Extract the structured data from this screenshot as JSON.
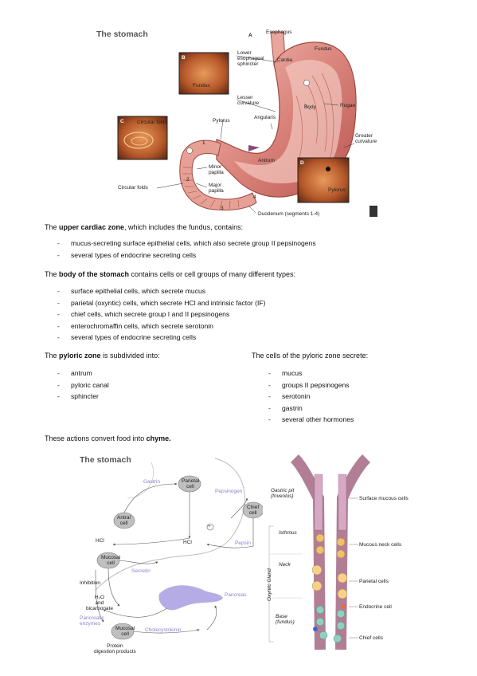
{
  "figure1": {
    "title": "The stomach",
    "labels": {
      "a": "A",
      "esophagus": "Esophagus",
      "fundus": "Fundus",
      "cardia": "Cardia",
      "lower_es": "Lower\nesophageal\nsphincter",
      "lesser": "Lesser\ncurvature",
      "angularis": "Angularis",
      "body": "Body",
      "rugae": "Rugae",
      "pylorus": "Pylorus",
      "greater": "Greater\ncurvature",
      "antrum": "Antrum",
      "minor": "Minor\npapilla",
      "major": "Major\npapilla",
      "circular": "Circular folds",
      "duodenum": "Duodenum (segments 1-4)",
      "inset_b_letter": "B",
      "inset_b_text": "Fundus",
      "inset_c_letter": "C",
      "inset_c_text": "Circular folds",
      "inset_d_letter": "D",
      "inset_d_text": "Pylorus",
      "seg1": "1",
      "seg2": "2",
      "seg3": "3",
      "seg4": "4"
    }
  },
  "text": {
    "p1_pre": "The ",
    "p1_bold": "upper cardiac zone",
    "p1_post": ", which includes the fundus, contains:",
    "list1": [
      "mucus-secreting surface epithelial cells, which also secrete group II pepsinogens",
      "several types of endocrine secreting cells"
    ],
    "p2_pre": "The ",
    "p2_bold": "body of the stomach",
    "p2_post": " contains cells or cell groups of many different types:",
    "list2": [
      "surface epithelial cells, which secrete mucus",
      "parietal (oxyntic) cells, which secrete HCl and intrinsic factor (IF)",
      "chief cells, which secrete group I and II pepsinogens",
      "enterochromaffin cells, which secrete serotonin",
      "several types of endocrine secreting cells"
    ],
    "p3_pre": "The ",
    "p3_bold": "pyloric zone",
    "p3_post": " is subdivided into:",
    "list3": [
      "antrum",
      "pyloric canal",
      "sphincter"
    ],
    "p4": "The cells of the pyloric zone secrete:",
    "list4": [
      "mucus",
      "groups II pepsinogens",
      "serotonin",
      "gastrin",
      "several other hormones"
    ],
    "p5_pre": "These actions convert food into ",
    "p5_bold": "chyme."
  },
  "figure2": {
    "title": "The stomach",
    "labels": {
      "gastrin": "Gastrin",
      "parietal": "Parietal\ncell",
      "pepsinogen": "Pepsinogen",
      "chief": "Chief\ncell",
      "antral": "Antral\ncell",
      "hcl1": "HCl",
      "hcl2": "HCl",
      "pepsin": "Pepsin",
      "mucosal1": "Mucosal\ncell",
      "secretin": "Secretin",
      "pancreas": "Pancreas",
      "inhibition": "Inhibition",
      "h2o": "H₂O\nand\nbicarbonate",
      "enzymes": "Pancreatic\nenzymes",
      "mucosal2": "Mucosal\ncell",
      "cck": "Cholecystokinin",
      "protein": "Protein\ndigestion products",
      "plus": "+"
    }
  },
  "figure3": {
    "labels": {
      "pit": "Gastric pit\n(foveolus)",
      "surface": "Surface mucous cells",
      "isthmus": "Isthmus",
      "neck": "Neck",
      "oxyntic": "Oxyntic Gland",
      "mucousneck": "Mucous neck cells",
      "parietal": "Parietal cells",
      "endocrine": "Endocrine cell",
      "base": "Base\n(fundus)",
      "chiefcells": "Chief cells"
    }
  }
}
